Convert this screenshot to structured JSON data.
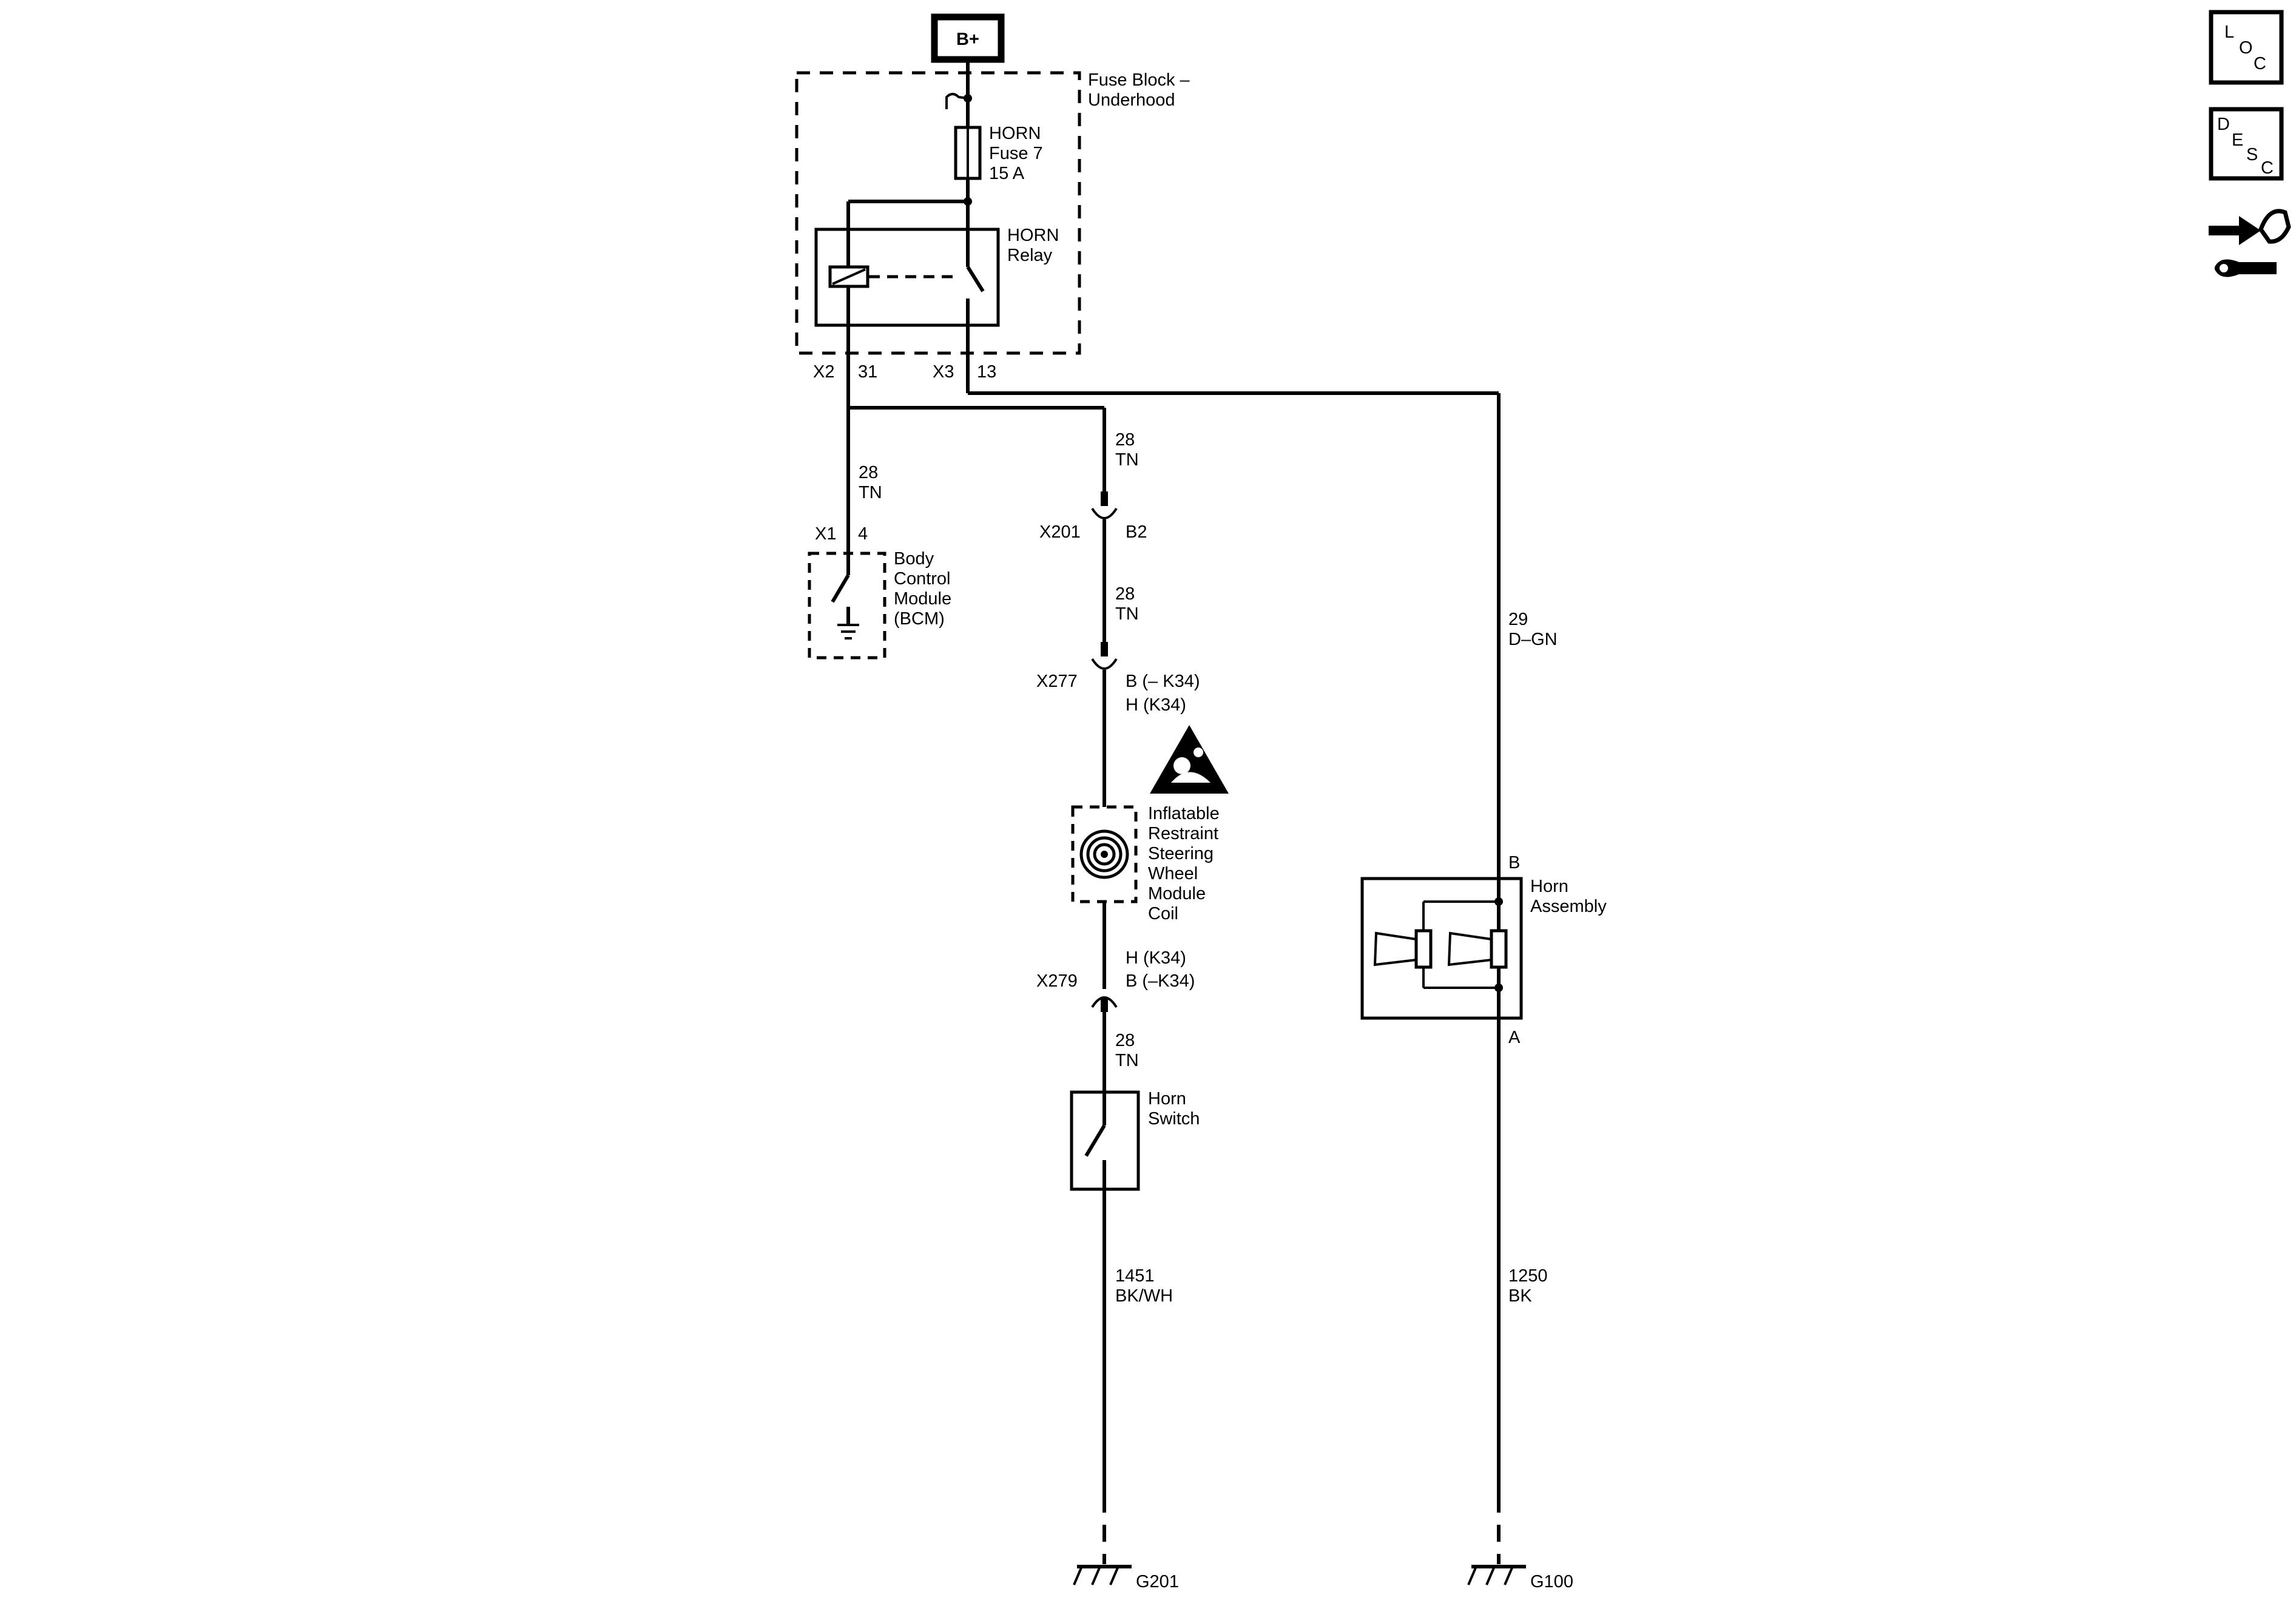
{
  "power": {
    "b_plus": "B+"
  },
  "fuse_block": {
    "title_line1": "Fuse Block –",
    "title_line2": "Underhood",
    "fuse_line1": "HORN",
    "fuse_line2": "Fuse 7",
    "fuse_line3": "15 A",
    "relay_line1": "HORN",
    "relay_line2": "Relay",
    "conn_x2": "X2",
    "pin_31": "31",
    "conn_x3": "X3",
    "pin_13": "13"
  },
  "bcm": {
    "conn": "X1",
    "pin": "4",
    "line1": "Body",
    "line2": "Control",
    "line3": "Module",
    "line4": "(BCM)"
  },
  "wires": {
    "w28_bcm_circuit": "28",
    "w28_bcm_color": "TN",
    "w28_a_circuit": "28",
    "w28_a_color": "TN",
    "w28_b_circuit": "28",
    "w28_b_color": "TN",
    "w28_c_circuit": "28",
    "w28_c_color": "TN",
    "w29_circuit": "29",
    "w29_color": "D–GN",
    "w1451_circuit": "1451",
    "w1451_color": "BK/WH",
    "w1250_circuit": "1250",
    "w1250_color": "BK"
  },
  "connectors": {
    "x201": "X201",
    "x201_pin": "B2",
    "x277": "X277",
    "x277_pin1": "B (– K34)",
    "x277_pin2": "H (K34)",
    "x279": "X279",
    "x279_pin1": "H (K34)",
    "x279_pin2": "B (–K34)"
  },
  "coil": {
    "line1": "Inflatable",
    "line2": "Restraint",
    "line3": "Steering",
    "line4": "Wheel",
    "line5": "Module",
    "line6": "Coil"
  },
  "horn": {
    "line1": "Horn",
    "line2": "Assembly",
    "pin_b": "B",
    "pin_a": "A"
  },
  "horn_switch": {
    "line1": "Horn",
    "line2": "Switch"
  },
  "grounds": {
    "g201": "G201",
    "g100": "G100"
  },
  "side_icons": {
    "loc": {
      "l": "L",
      "o": "O",
      "c": "C"
    },
    "desc": {
      "d": "D",
      "e": "E",
      "s": "S",
      "c": "C"
    },
    "icons": [
      "loc-icon",
      "desc-icon",
      "connector-wrench-icon"
    ]
  },
  "colors": {
    "line": "#000000",
    "background": "#ffffff"
  }
}
